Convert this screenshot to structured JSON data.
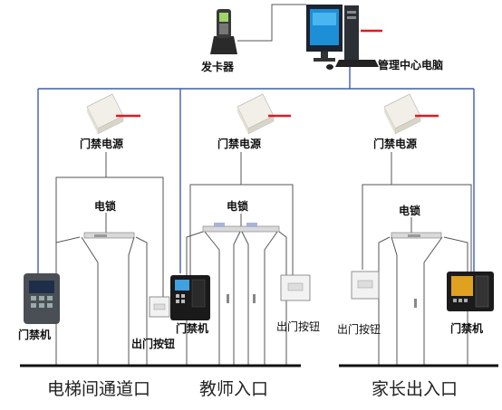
{
  "labels": {
    "card_issuer": "发卡器",
    "management_pc": "管理中心电脑",
    "power_supply": "门禁电源",
    "electric_lock": "电锁",
    "access_terminal": "门禁机",
    "exit_button": "出门按钮"
  },
  "zones": {
    "elevator": "电梯间通道口",
    "teacher": "教师入口",
    "parent": "家长出入口"
  },
  "colors": {
    "network_line": "#3b5fb0",
    "power_indicator": "#e0191f",
    "control_wire": "#555555"
  },
  "icons": [
    "card-reader-icon",
    "computer-icon",
    "power-supply-icon",
    "electric-lock-icon",
    "access-terminal-icon",
    "exit-button-icon",
    "door-icon"
  ]
}
